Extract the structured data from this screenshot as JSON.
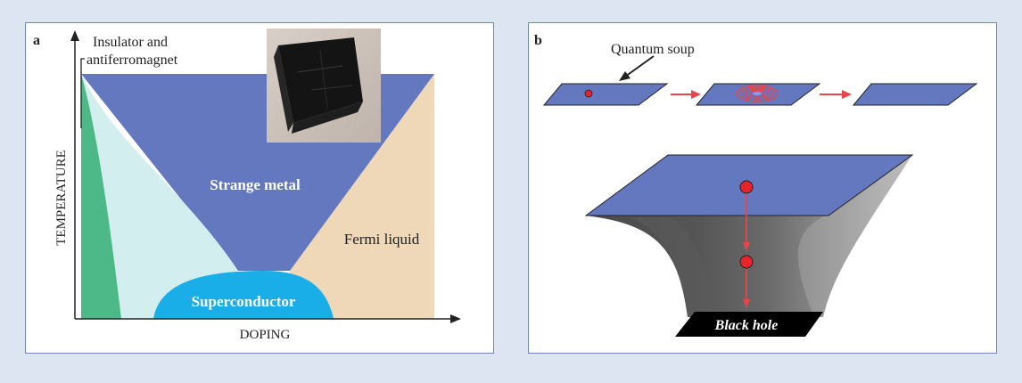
{
  "panel_a": {
    "letter": "a",
    "insulator_line1": "Insulator and",
    "insulator_line2": "antiferromagnet",
    "strange_metal": "Strange metal",
    "fermi_liquid": "Fermi liquid",
    "superconductor": "Superconductor",
    "y_axis": "TEMPERATURE",
    "x_axis": "DOPING"
  },
  "panel_b": {
    "letter": "b",
    "quantum_soup": "Quantum soup",
    "black_hole": "Black hole"
  },
  "colors": {
    "afm_green": "#4db888",
    "light_cyan": "#d3eeee",
    "strange_blue": "#6478bf",
    "fermi_tan": "#eed8b8",
    "sc_cyan": "#1aaee8",
    "red_dot": "#e8232a",
    "arrow_red": "#e8444a",
    "black": "#000000"
  }
}
